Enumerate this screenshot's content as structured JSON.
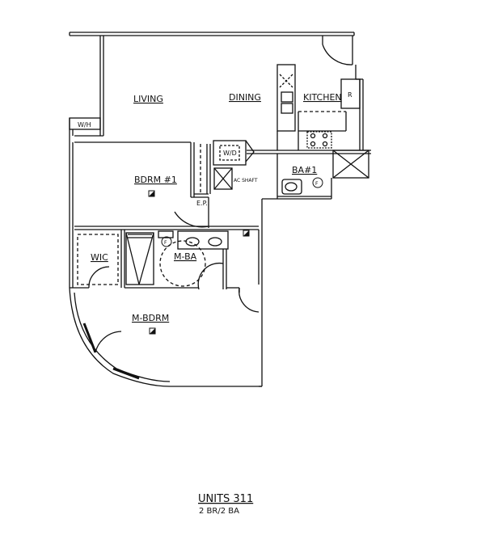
{
  "plan": {
    "rooms": {
      "living": "LIVING",
      "dining": "DINING",
      "kitchen": "KITCHEN",
      "bedroom1": "BDRM #1",
      "bath1": "BA#1",
      "master_bath": "M-BA",
      "wic": "WIC",
      "master_bedroom": "M-BDRM"
    },
    "fixtures": {
      "water_heater": "W/H",
      "washer_dryer": "W/D",
      "ac_shaft": "AC SHAFT",
      "electrical_panel": "E.P.",
      "refrigerator": "R",
      "toilet_1": "F",
      "toilet_2": "F"
    }
  },
  "title_block": {
    "title": "UNITS 311",
    "subtitle": "2 BR/2 BA"
  }
}
